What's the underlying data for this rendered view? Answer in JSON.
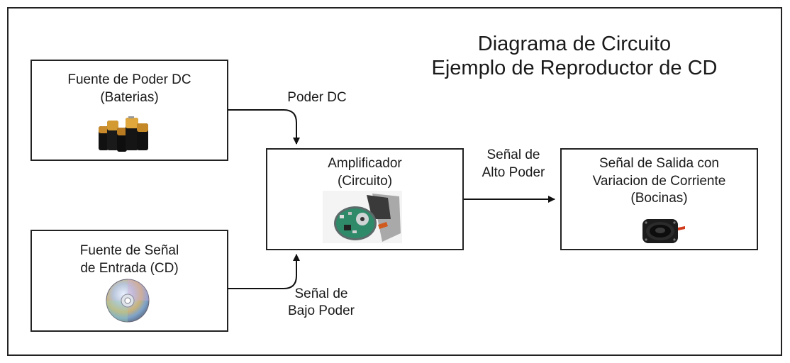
{
  "title": {
    "line1": "Diagrama de Circuito",
    "line2": "Ejemplo de Reproductor de CD"
  },
  "power_source": {
    "line1": "Fuente de Poder DC",
    "line2": "(Baterias)",
    "image_icon": "batteries-icon"
  },
  "signal_source": {
    "line1": "Fuente de Señal",
    "line2": "de Entrada (CD)",
    "image_icon": "cd-disc-icon"
  },
  "amplifier": {
    "line1": "Amplificador",
    "line2": "(Circuito)",
    "image_icon": "circuit-board-icon"
  },
  "output": {
    "line1": "Señal de Salida con",
    "line2": "Variacion de Corriente",
    "line3": "(Bocinas)",
    "image_icon": "speaker-icon"
  },
  "edges": {
    "power": "Poder DC",
    "low_power_line1": "Señal de",
    "low_power_line2": "Bajo Poder",
    "high_power_line1": "Señal de",
    "high_power_line2": "Alto Poder"
  }
}
